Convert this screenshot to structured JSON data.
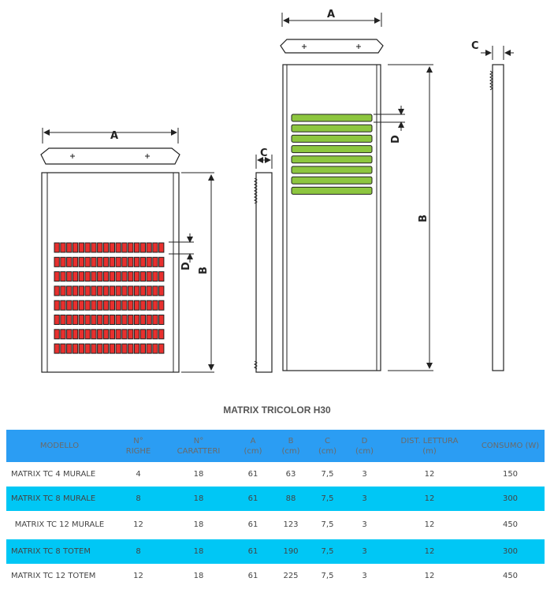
{
  "diagram": {
    "labels": {
      "a": "A",
      "b": "B",
      "c": "C",
      "d": "D"
    },
    "colors": {
      "red_panel": "#e8302e",
      "green_panel": "#8dc63f",
      "line": "#222222",
      "header": "#2b9df3",
      "row_highlight": "#00c7f5"
    },
    "red_panel_rows": 8,
    "green_panel_rows": 8
  },
  "table": {
    "title": "MATRIX TRICOLOR H30",
    "headers": [
      {
        "l1": "MODELLO",
        "l2": ""
      },
      {
        "l1": "N°",
        "l2": "RIGHE"
      },
      {
        "l1": "N°",
        "l2": "CARATTERI"
      },
      {
        "l1": "A",
        "l2": "(cm)"
      },
      {
        "l1": "B",
        "l2": "(cm)"
      },
      {
        "l1": "C",
        "l2": "(cm)"
      },
      {
        "l1": "D",
        "l2": "(cm)"
      },
      {
        "l1": "DIST. LETTURA",
        "l2": "(m)"
      },
      {
        "l1": "CONSUMO (W)",
        "l2": ""
      }
    ],
    "rows": [
      [
        "MATRIX TC 4 MURALE",
        "4",
        "18",
        "61",
        "63",
        "7,5",
        "3",
        "12",
        "150"
      ],
      [
        "MATRIX TC 8 MURALE",
        "8",
        "18",
        "61",
        "88",
        "7,5",
        "3",
        "12",
        "300"
      ],
      [
        "MATRIX TC 12 MURALE",
        "12",
        "18",
        "61",
        "123",
        "7,5",
        "3",
        "12",
        "450"
      ],
      [
        "MATRIX TC 8 TOTEM",
        "8",
        "18",
        "61",
        "190",
        "7,5",
        "3",
        "12",
        "300"
      ],
      [
        "MATRIX TC 12 TOTEM",
        "12",
        "18",
        "61",
        "225",
        "7,5",
        "3",
        "12",
        "450"
      ]
    ]
  }
}
